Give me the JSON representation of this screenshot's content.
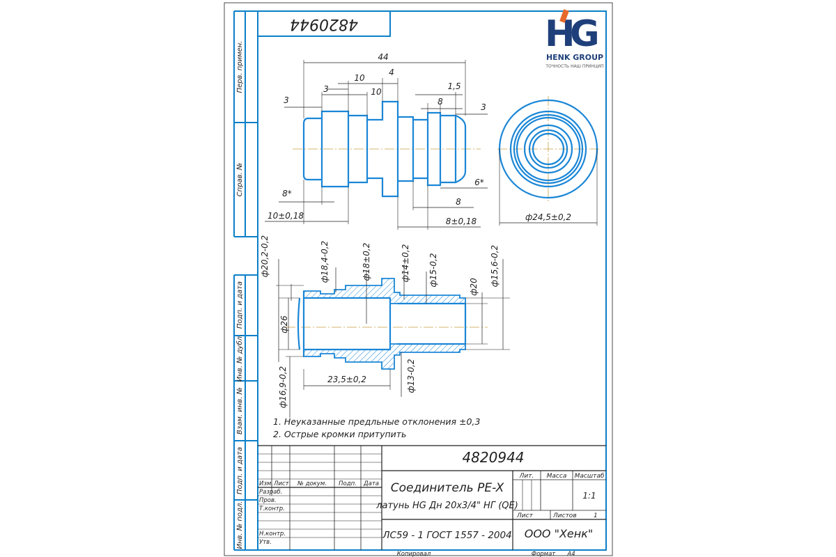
{
  "logo": {
    "mark_left": "H",
    "mark_right": "G",
    "company": "HENK GROUP",
    "slogan": "ТОЧНОСТЬ НАШ ПРИНЦИП"
  },
  "drawing_number_rotated": "4820944",
  "side_labels": {
    "perv_primen": "Перв. примен.",
    "sprav_no": "Справ. №",
    "podp_data_1": "Подп. и дата",
    "inv_dubl": "Инв. № дубл.",
    "vzam_inv": "Взам. инв. №",
    "podp_data_2": "Подп. и дата",
    "inv_podl": "Инв. № подл."
  },
  "dimensions": {
    "d44": "44",
    "d10a": "10",
    "d4": "4",
    "d3a": "3",
    "d3b": "3",
    "d10b": "10",
    "d1_5": "1,5",
    "d8a": "8",
    "d3c": "3",
    "d8star": "8*",
    "d6star": "6*",
    "d8b": "8",
    "d10_018": "10±0,18",
    "d8_018": "8±0,18",
    "d24_5": "ф24,5±0,2",
    "d20_2": "ф20,2-0,2",
    "d18_4": "ф18,4-0,2",
    "d18": "ф18±0,2",
    "d14": "ф14±0,2",
    "d15": "ф15-0,2",
    "d20": "ф20",
    "d15_6": "ф15,6-0,2",
    "d26": "ф26",
    "d16_9": "ф16,9-0,2",
    "d23_5": "23,5±0,2",
    "d13": "ф13-0,2"
  },
  "notes": [
    "1. Неуказанные предльные отклонения ±0,3",
    "2. Острые кромки притупить"
  ],
  "title_block": {
    "drawing_number": "4820944",
    "col_izm": "Изм.",
    "col_list": "Лист",
    "col_docum": "№ докум.",
    "col_podp": "Подп.",
    "col_data": "Дата",
    "row_razrab": "Разраб.",
    "row_prov": "Пров.",
    "row_tkontr": "Т.контр.",
    "row_nkontr": "Н.контр.",
    "row_utv": "Утв.",
    "name_line1": "Соединитель PE-X",
    "name_line2": "латунь HG Дн 20х3/4\" НГ (QE)",
    "material": "ЛС59 - 1 ГОСТ 1557 - 2004",
    "lit": "Лит.",
    "massa": "Масса",
    "masshtab": "Масштаб",
    "scale_value": "1:1",
    "list_label": "Лист",
    "listov_label": "Листов",
    "listov_value": "1",
    "company": "ООО \"Хенк\"",
    "kopiroval": "Копировал",
    "format_label": "Формат",
    "format_value": "А4"
  },
  "colors": {
    "frame": "#0a7fc8",
    "part_outline": "#1a86d6",
    "logo_blue": "#1f3f7a",
    "logo_orange": "#e66a2c",
    "axis_line": "#c8a040"
  }
}
